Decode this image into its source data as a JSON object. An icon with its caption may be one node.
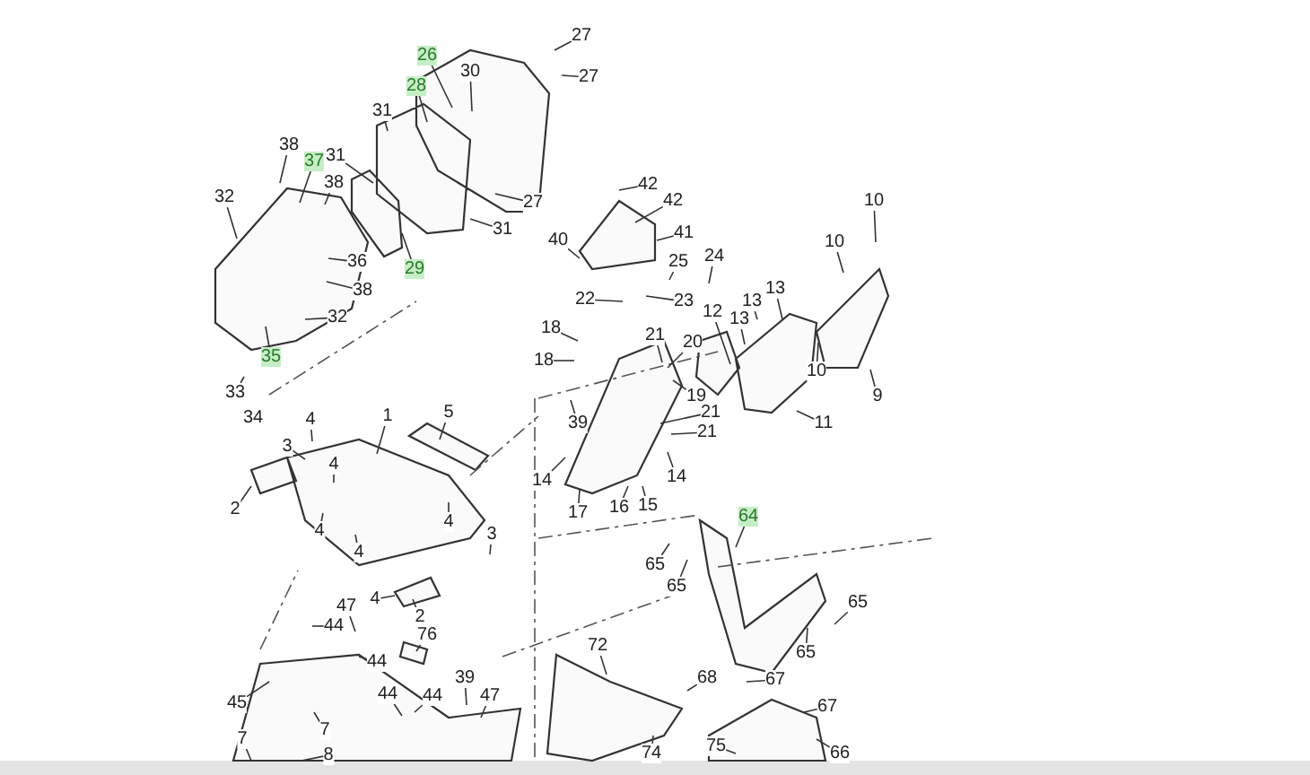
{
  "diagram": {
    "nodes": [
      {
        "text": [
          "26"
        ]
      },
      {
        "text": [
          "27"
        ]
      },
      {
        "text": [
          "27"
        ]
      },
      {
        "text": [
          "30"
        ]
      },
      {
        "text": [
          "28"
        ]
      },
      {
        "text": [
          "31"
        ]
      },
      {
        "text": [
          "27"
        ]
      },
      {
        "text": [
          "31"
        ]
      },
      {
        "text": [
          "31"
        ]
      },
      {
        "text": [
          "38"
        ]
      },
      {
        "text": [
          "37"
        ]
      },
      {
        "text": [
          "38"
        ]
      },
      {
        "text": [
          "32"
        ]
      },
      {
        "text": [
          "36"
        ]
      },
      {
        "text": [
          "38"
        ]
      },
      {
        "text": [
          "29"
        ]
      },
      {
        "text": [
          "32"
        ]
      },
      {
        "text": [
          "35"
        ]
      },
      {
        "text": [
          "33"
        ]
      },
      {
        "text": [
          "34"
        ]
      },
      {
        "text": [
          "42"
        ]
      },
      {
        "text": [
          "42"
        ]
      },
      {
        "text": [
          "40"
        ]
      },
      {
        "text": [
          "41"
        ]
      },
      {
        "text": [
          "24"
        ]
      },
      {
        "text": [
          "25"
        ]
      },
      {
        "text": [
          "22"
        ]
      },
      {
        "text": [
          "23"
        ]
      },
      {
        "text": [
          "10"
        ]
      },
      {
        "text": [
          "10"
        ]
      },
      {
        "text": [
          "13"
        ]
      },
      {
        "text": [
          "13"
        ]
      },
      {
        "text": [
          "13"
        ]
      },
      {
        "text": [
          "12"
        ]
      },
      {
        "text": [
          "18"
        ]
      },
      {
        "text": [
          "21"
        ]
      },
      {
        "text": [
          "20"
        ]
      },
      {
        "text": [
          "18"
        ]
      },
      {
        "text": [
          "10"
        ]
      },
      {
        "text": [
          "9"
        ]
      },
      {
        "text": [
          "19"
        ]
      },
      {
        "text": [
          "21"
        ]
      },
      {
        "text": [
          "11"
        ]
      },
      {
        "text": [
          "39"
        ]
      },
      {
        "text": [
          "21"
        ]
      },
      {
        "text": [
          "14"
        ]
      },
      {
        "text": [
          "14"
        ]
      },
      {
        "text": [
          "17"
        ]
      },
      {
        "text": [
          "16"
        ]
      },
      {
        "text": [
          "15"
        ]
      },
      {
        "text": [
          "64"
        ]
      },
      {
        "text": [
          "65"
        ]
      },
      {
        "text": [
          "65"
        ]
      },
      {
        "text": [
          "65"
        ]
      },
      {
        "text": [
          "65"
        ]
      },
      {
        "text": [
          "72"
        ]
      },
      {
        "text": [
          "68"
        ]
      },
      {
        "text": [
          "67"
        ]
      },
      {
        "text": [
          "67"
        ]
      },
      {
        "text": [
          "66"
        ]
      },
      {
        "text": [
          "74"
        ]
      },
      {
        "text": [
          "75"
        ]
      },
      {
        "text": [
          "4"
        ]
      },
      {
        "text": [
          "1"
        ]
      },
      {
        "text": [
          "5"
        ]
      },
      {
        "text": [
          "3"
        ]
      },
      {
        "text": [
          "4"
        ]
      },
      {
        "text": [
          "2"
        ]
      },
      {
        "text": [
          "4"
        ]
      },
      {
        "text": [
          "4"
        ]
      },
      {
        "text": [
          "4"
        ]
      },
      {
        "text": [
          "3"
        ]
      },
      {
        "text": [
          "4"
        ]
      },
      {
        "text": [
          "2"
        ]
      },
      {
        "text": [
          "47"
        ]
      },
      {
        "text": [
          "44"
        ]
      },
      {
        "text": [
          "44"
        ]
      },
      {
        "text": [
          "76"
        ]
      },
      {
        "text": [
          "45"
        ]
      },
      {
        "text": [
          "7"
        ]
      },
      {
        "text": [
          "44"
        ]
      },
      {
        "text": [
          "44"
        ]
      },
      {
        "text": [
          "39"
        ]
      },
      {
        "text": [
          "47"
        ]
      },
      {
        "text": [
          "7"
        ]
      },
      {
        "text": [
          "8"
        ]
      }
    ],
    "edges": [
      {
        "from": 0,
        "to": null,
        "arrow": "none"
      },
      {
        "from": 1,
        "to": null,
        "arrow": "none"
      },
      {
        "from": 2,
        "to": null,
        "arrow": "none"
      },
      {
        "from": 3,
        "to": null,
        "arrow": "none"
      },
      {
        "from": 4,
        "to": null,
        "arrow": "none"
      },
      {
        "from": 5,
        "to": null,
        "arrow": "none"
      },
      {
        "from": 6,
        "to": null,
        "arrow": "none"
      },
      {
        "from": 7,
        "to": null,
        "arrow": "none"
      },
      {
        "from": 8,
        "to": null,
        "arrow": "none"
      },
      {
        "from": 9,
        "to": null,
        "arrow": "none"
      },
      {
        "from": 10,
        "to": null,
        "arrow": "none"
      },
      {
        "from": 11,
        "to": null,
        "arrow": "none"
      },
      {
        "from": 12,
        "to": null,
        "arrow": "none"
      },
      {
        "from": 13,
        "to": null,
        "arrow": "none"
      },
      {
        "from": 14,
        "to": null,
        "arrow": "none"
      },
      {
        "from": 15,
        "to": null,
        "arrow": "none"
      },
      {
        "from": 16,
        "to": null,
        "arrow": "none"
      },
      {
        "from": 17,
        "to": null,
        "arrow": "none"
      },
      {
        "from": 18,
        "to": null,
        "arrow": "none"
      },
      {
        "from": 20,
        "to": null,
        "arrow": "none"
      },
      {
        "from": 21,
        "to": null,
        "arrow": "none"
      },
      {
        "from": 22,
        "to": null,
        "arrow": "none"
      },
      {
        "from": 23,
        "to": null,
        "arrow": "none"
      },
      {
        "from": 24,
        "to": null,
        "arrow": "none"
      },
      {
        "from": 25,
        "to": null,
        "arrow": "none"
      },
      {
        "from": 26,
        "to": null,
        "arrow": "none"
      },
      {
        "from": 27,
        "to": null,
        "arrow": "none"
      },
      {
        "from": 28,
        "to": null,
        "arrow": "none"
      },
      {
        "from": 29,
        "to": null,
        "arrow": "none"
      },
      {
        "from": 30,
        "to": null,
        "arrow": "none"
      },
      {
        "from": 31,
        "to": null,
        "arrow": "none"
      },
      {
        "from": 32,
        "to": null,
        "arrow": "none"
      },
      {
        "from": 33,
        "to": null,
        "arrow": "none"
      },
      {
        "from": 34,
        "to": null,
        "arrow": "none"
      },
      {
        "from": 35,
        "to": null,
        "arrow": "none"
      },
      {
        "from": 36,
        "to": null,
        "arrow": "none"
      },
      {
        "from": 37,
        "to": null,
        "arrow": "none"
      },
      {
        "from": 38,
        "to": null,
        "arrow": "none"
      },
      {
        "from": 39,
        "to": null,
        "arrow": "none"
      },
      {
        "from": 40,
        "to": null,
        "arrow": "none"
      },
      {
        "from": 41,
        "to": null,
        "arrow": "none"
      },
      {
        "from": 42,
        "to": null,
        "arrow": "none"
      },
      {
        "from": 43,
        "to": null,
        "arrow": "none"
      },
      {
        "from": 44,
        "to": null,
        "arrow": "none"
      },
      {
        "from": 45,
        "to": null,
        "arrow": "none"
      },
      {
        "from": 46,
        "to": null,
        "arrow": "none"
      },
      {
        "from": 47,
        "to": null,
        "arrow": "none"
      },
      {
        "from": 48,
        "to": null,
        "arrow": "none"
      },
      {
        "from": 49,
        "to": null,
        "arrow": "none"
      },
      {
        "from": 50,
        "to": null,
        "arrow": "none"
      },
      {
        "from": 51,
        "to": null,
        "arrow": "none"
      },
      {
        "from": 52,
        "to": null,
        "arrow": "none"
      },
      {
        "from": 53,
        "to": null,
        "arrow": "none"
      },
      {
        "from": 54,
        "to": null,
        "arrow": "none"
      },
      {
        "from": 55,
        "to": null,
        "arrow": "none"
      },
      {
        "from": 56,
        "to": null,
        "arrow": "none"
      },
      {
        "from": 57,
        "to": null,
        "arrow": "none"
      },
      {
        "from": 58,
        "to": null,
        "arrow": "none"
      },
      {
        "from": 59,
        "to": null,
        "arrow": "none"
      },
      {
        "from": 60,
        "to": null,
        "arrow": "none"
      },
      {
        "from": 61,
        "to": null,
        "arrow": "none"
      },
      {
        "from": 62,
        "to": null,
        "arrow": "none"
      },
      {
        "from": 63,
        "to": null,
        "arrow": "none"
      },
      {
        "from": 64,
        "to": null,
        "arrow": "none"
      },
      {
        "from": 65,
        "to": null,
        "arrow": "none"
      },
      {
        "from": 66,
        "to": null,
        "arrow": "none"
      },
      {
        "from": 67,
        "to": null,
        "arrow": "none"
      },
      {
        "from": 68,
        "to": null,
        "arrow": "none"
      },
      {
        "from": 69,
        "to": null,
        "arrow": "none"
      },
      {
        "from": 70,
        "to": null,
        "arrow": "none"
      },
      {
        "from": 71,
        "to": null,
        "arrow": "none"
      },
      {
        "from": 72,
        "to": null,
        "arrow": "none"
      },
      {
        "from": 73,
        "to": null,
        "arrow": "none"
      },
      {
        "from": 74,
        "to": null,
        "arrow": "none"
      },
      {
        "from": 75,
        "to": null,
        "arrow": "none"
      },
      {
        "from": 76,
        "to": null,
        "arrow": "none"
      },
      {
        "from": 77,
        "to": null,
        "arrow": "none"
      },
      {
        "from": 78,
        "to": null,
        "arrow": "none"
      },
      {
        "from": 79,
        "to": null,
        "arrow": "none"
      },
      {
        "from": 80,
        "to": null,
        "arrow": "none"
      },
      {
        "from": 81,
        "to": null,
        "arrow": "none"
      },
      {
        "from": 82,
        "to": null,
        "arrow": "none"
      },
      {
        "from": 83,
        "to": null,
        "arrow": "none"
      },
      {
        "from": 84,
        "to": null,
        "arrow": "none"
      },
      {
        "from": 85,
        "to": null,
        "arrow": "none"
      }
    ]
  }
}
